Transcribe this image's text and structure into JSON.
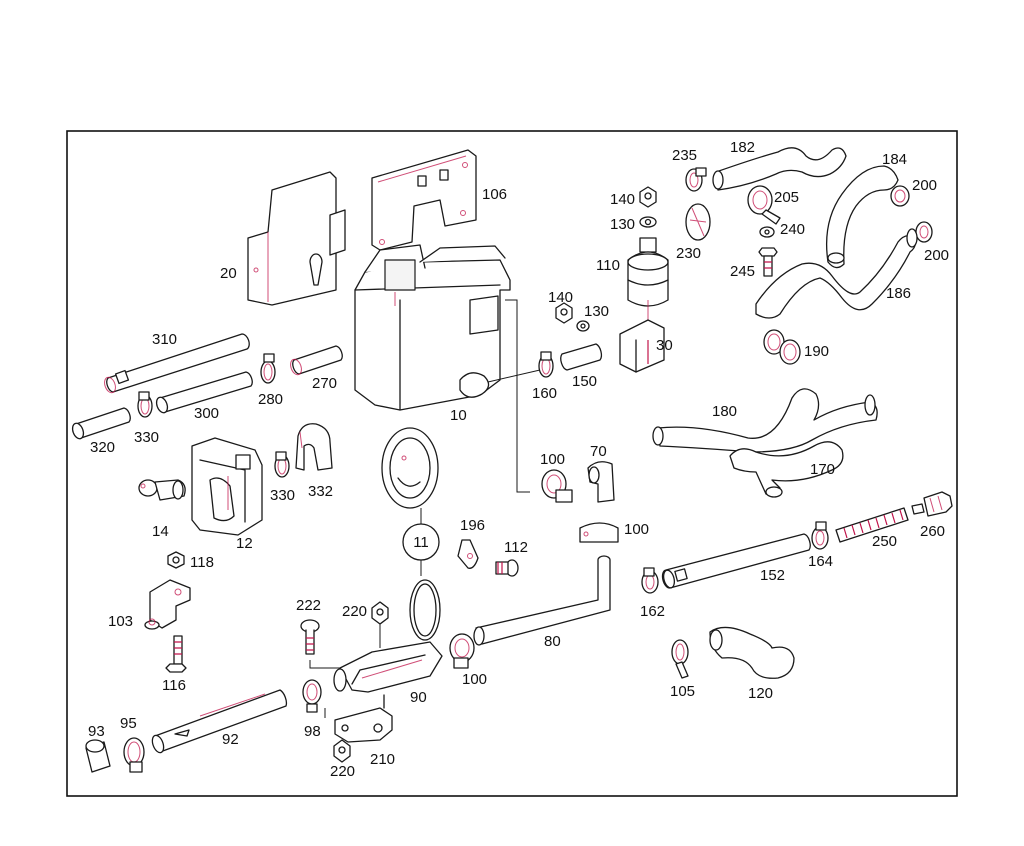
{
  "diagram": {
    "callouts": {
      "c20": "20",
      "c106": "106",
      "c10": "10",
      "c11": "11",
      "c12": "12",
      "c14": "14",
      "c30": "30",
      "c70": "70",
      "c80": "80",
      "c90": "90",
      "c92": "92",
      "c93": "93",
      "c95": "95",
      "c98": "98",
      "c100a": "100",
      "c100b": "100",
      "c100c": "100",
      "c103": "103",
      "c105": "105",
      "c110": "110",
      "c112": "112",
      "c116": "116",
      "c118": "118",
      "c120": "120",
      "c130a": "130",
      "c130b": "130",
      "c140a": "140",
      "c140b": "140",
      "c150": "150",
      "c152": "152",
      "c160": "160",
      "c162": "162",
      "c164": "164",
      "c170": "170",
      "c180": "180",
      "c182": "182",
      "c184": "184",
      "c186": "186",
      "c190": "190",
      "c196": "196",
      "c200a": "200",
      "c200b": "200",
      "c205": "205",
      "c210": "210",
      "c220a": "220",
      "c220b": "220",
      "c222": "222",
      "c230": "230",
      "c235": "235",
      "c240": "240",
      "c245": "245",
      "c250": "250",
      "c260": "260",
      "c270": "270",
      "c280": "280",
      "c300": "300",
      "c310": "310",
      "c320": "320",
      "c330a": "330",
      "c330b": "330",
      "c332": "332"
    }
  }
}
